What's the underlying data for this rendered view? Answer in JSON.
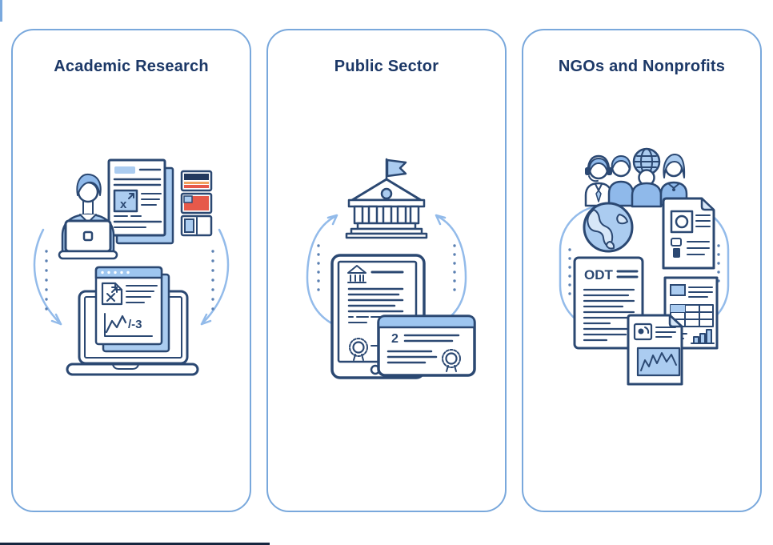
{
  "page": {
    "background": "#ffffff"
  },
  "theme": {
    "card_border": "#79a8dc",
    "title_color": "#1c3867",
    "outline_navy": "#2b4872",
    "fill_blue": "#abccf0",
    "fill_blue_mid": "#8fb9ea",
    "fill_blue_pale": "#d7e7f8",
    "arrow_blue": "#93bbea",
    "accent_red": "#e6594a",
    "accent_orange": "#f0a25e",
    "accent_navy_dark": "#23395e",
    "edge_strip_top": "#7aa9de",
    "edge_strip_bottom": "#16263f"
  },
  "cards": [
    {
      "id": "academic-research",
      "title": "Academic Research",
      "labels": {
        "paper_figure_marker": "x",
        "screen_chart_annotation": "/-3"
      },
      "icons": [
        "researcher-at-laptop-icon",
        "research-paper-stack-icon",
        "flag-cards-icon",
        "laptop-report-icon",
        "flow-arrow-left-icon",
        "flow-arrow-right-icon",
        "dotted-flow-lines"
      ]
    },
    {
      "id": "public-sector",
      "title": "Public Sector",
      "labels": {
        "certificate_number": "2"
      },
      "icons": [
        "government-building-icon",
        "tablet-official-document-icon",
        "certificate-card-icon",
        "flow-arrow-left-icon",
        "flow-arrow-right-icon",
        "dotted-flow-lines"
      ]
    },
    {
      "id": "ngos-and-nonprofits",
      "title": "NGOs and Nonprofits",
      "labels": {
        "document_format": "ODT"
      },
      "icons": [
        "team-people-icon",
        "globe-icon",
        "profile-document-icon",
        "odt-document-icon",
        "statistics-report-icon",
        "line-chart-document-icon",
        "flow-loop-icon",
        "dotted-flow-lines"
      ]
    }
  ]
}
